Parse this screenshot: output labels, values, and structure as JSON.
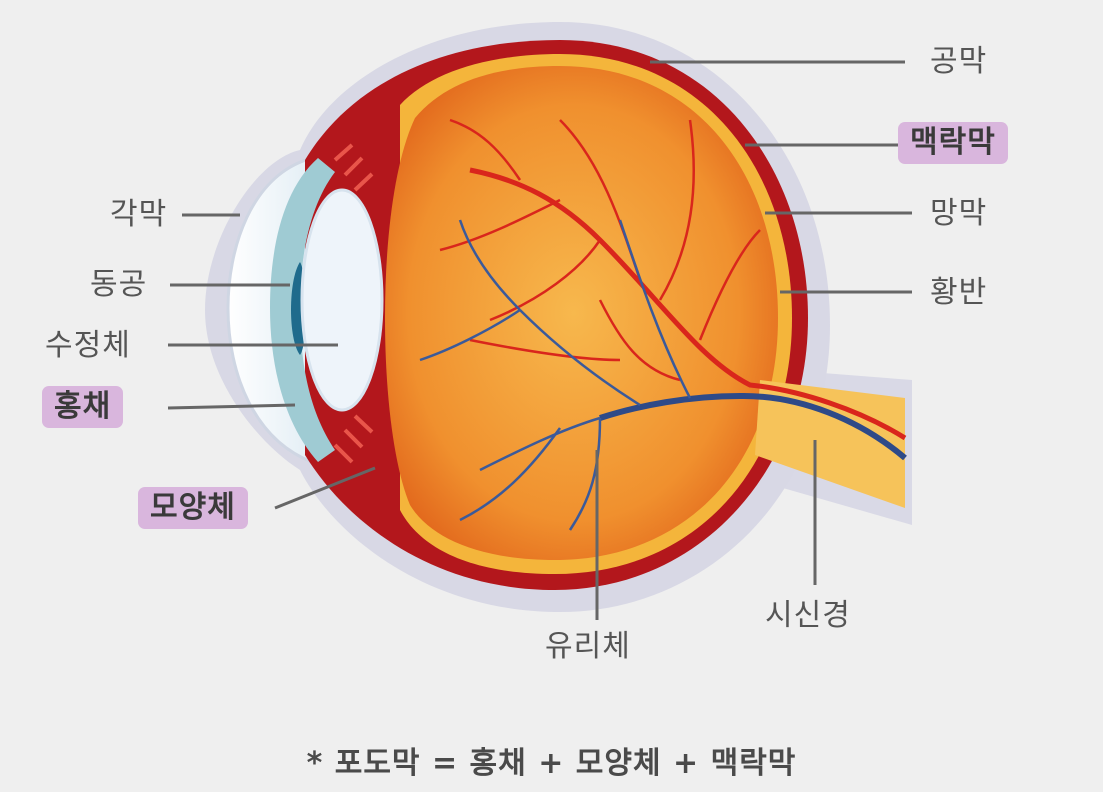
{
  "labels": {
    "sclera": "공막",
    "choroid": "맥락막",
    "retina": "망막",
    "macula": "황반",
    "cornea": "각막",
    "pupil": "동공",
    "lens": "수정체",
    "iris": "홍채",
    "ciliary_body": "모양체",
    "vitreous": "유리체",
    "optic_nerve": "시신경"
  },
  "highlighted": [
    "choroid",
    "iris",
    "ciliary_body"
  ],
  "footnote": "* 포도막 = 홍채 + 모양체 + 맥락막",
  "colors": {
    "background": "#efefef",
    "sclera": "#d9d9e6",
    "choroid": "#b0151a",
    "retina": "#f4b53b",
    "vitreous_center": "#f6b04a",
    "vitreous_edge": "#e2661a",
    "cornea": "#a7ced6",
    "lens": "#eef4fa",
    "artery": "#d9261c",
    "vein": "#2e4a88",
    "optic_nerve": "#f6c35a",
    "highlight": "#d9b6dd"
  }
}
